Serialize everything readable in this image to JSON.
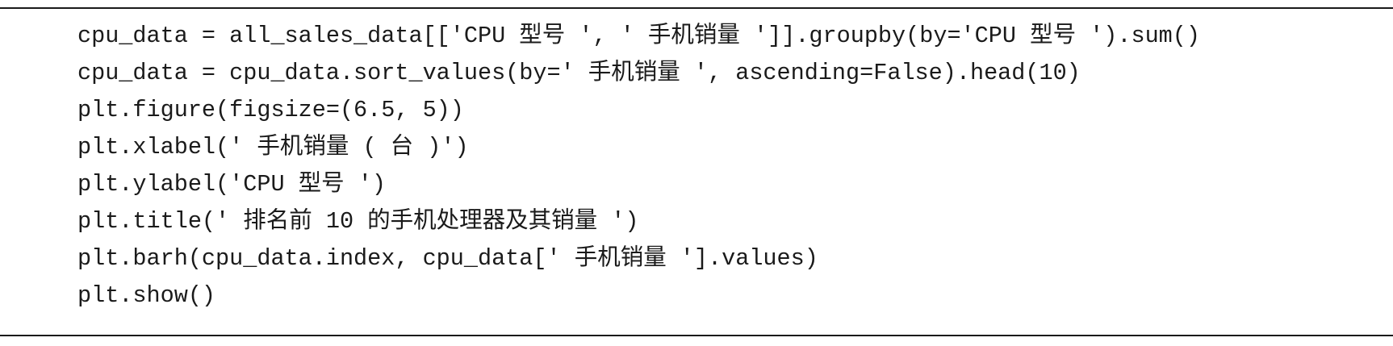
{
  "code": {
    "lines": [
      "cpu_data = all_sales_data[['CPU 型号 ', ' 手机销量 ']].groupby(by='CPU 型号 ').sum()",
      "cpu_data = cpu_data.sort_values(by=' 手机销量 ', ascending=False).head(10)",
      "plt.figure(figsize=(6.5, 5))",
      "plt.xlabel(' 手机销量 ( 台 )')",
      "plt.ylabel('CPU 型号 ')",
      "plt.title(' 排名前 10 的手机处理器及其销量 ')",
      "plt.barh(cpu_data.index, cpu_data[' 手机销量 '].values)",
      "plt.show()"
    ]
  },
  "colors": {
    "text": "#1a1a1a",
    "rule": "#1a1a1a",
    "background": "#ffffff"
  }
}
